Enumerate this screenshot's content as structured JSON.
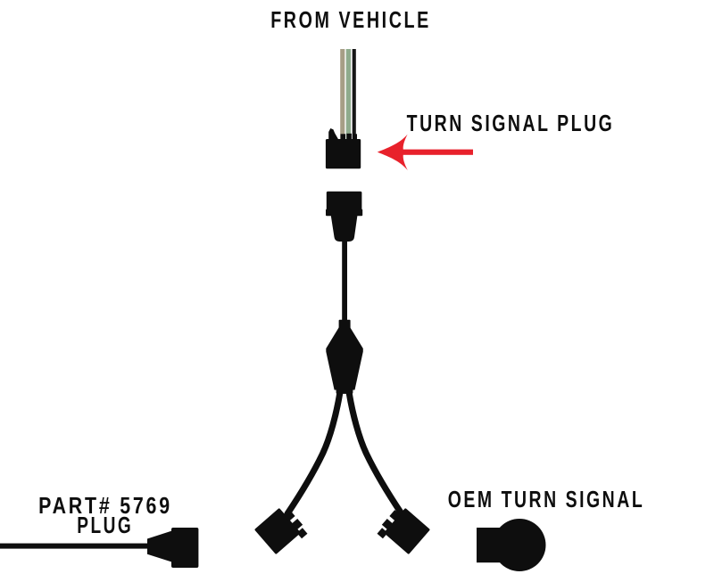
{
  "page": {
    "title": "Turn signal harness installation diagram"
  },
  "labels": {
    "from_vehicle": "FROM VEHICLE",
    "turn_signal_plug": "TURN SIGNAL PLUG",
    "part_plug_line1": "PART# 5769",
    "part_plug_line2": "PLUG",
    "oem_turn_signal": "OEM TURN SIGNAL"
  },
  "colors": {
    "background": "#ffffff",
    "ink": "#0e0e0e",
    "arrow_red": "#e8212b",
    "wire_tan": "#a69e86",
    "wire_green": "#8fab8d",
    "wire_black": "#161616"
  },
  "components": [
    {
      "name": "vehicle-wires-icon",
      "meaning": "three wires coming from the vehicle"
    },
    {
      "name": "vehicle-connector-icon",
      "meaning": "vehicle side turn signal plug"
    },
    {
      "name": "red-arrow-icon",
      "meaning": "arrow pointing at the turn signal plug"
    },
    {
      "name": "harness-plug-icon",
      "meaning": "harness male connector"
    },
    {
      "name": "y-splitter-icon",
      "meaning": "Y splitter junction"
    },
    {
      "name": "left-branch-plug-icon",
      "meaning": "harness branch plug left"
    },
    {
      "name": "right-branch-plug-icon",
      "meaning": "harness branch plug right"
    },
    {
      "name": "part-5769-plug-icon",
      "meaning": "part number 5769 plug with wire"
    },
    {
      "name": "oem-turn-signal-bulb-icon",
      "meaning": "OEM turn signal bulb socket"
    }
  ]
}
